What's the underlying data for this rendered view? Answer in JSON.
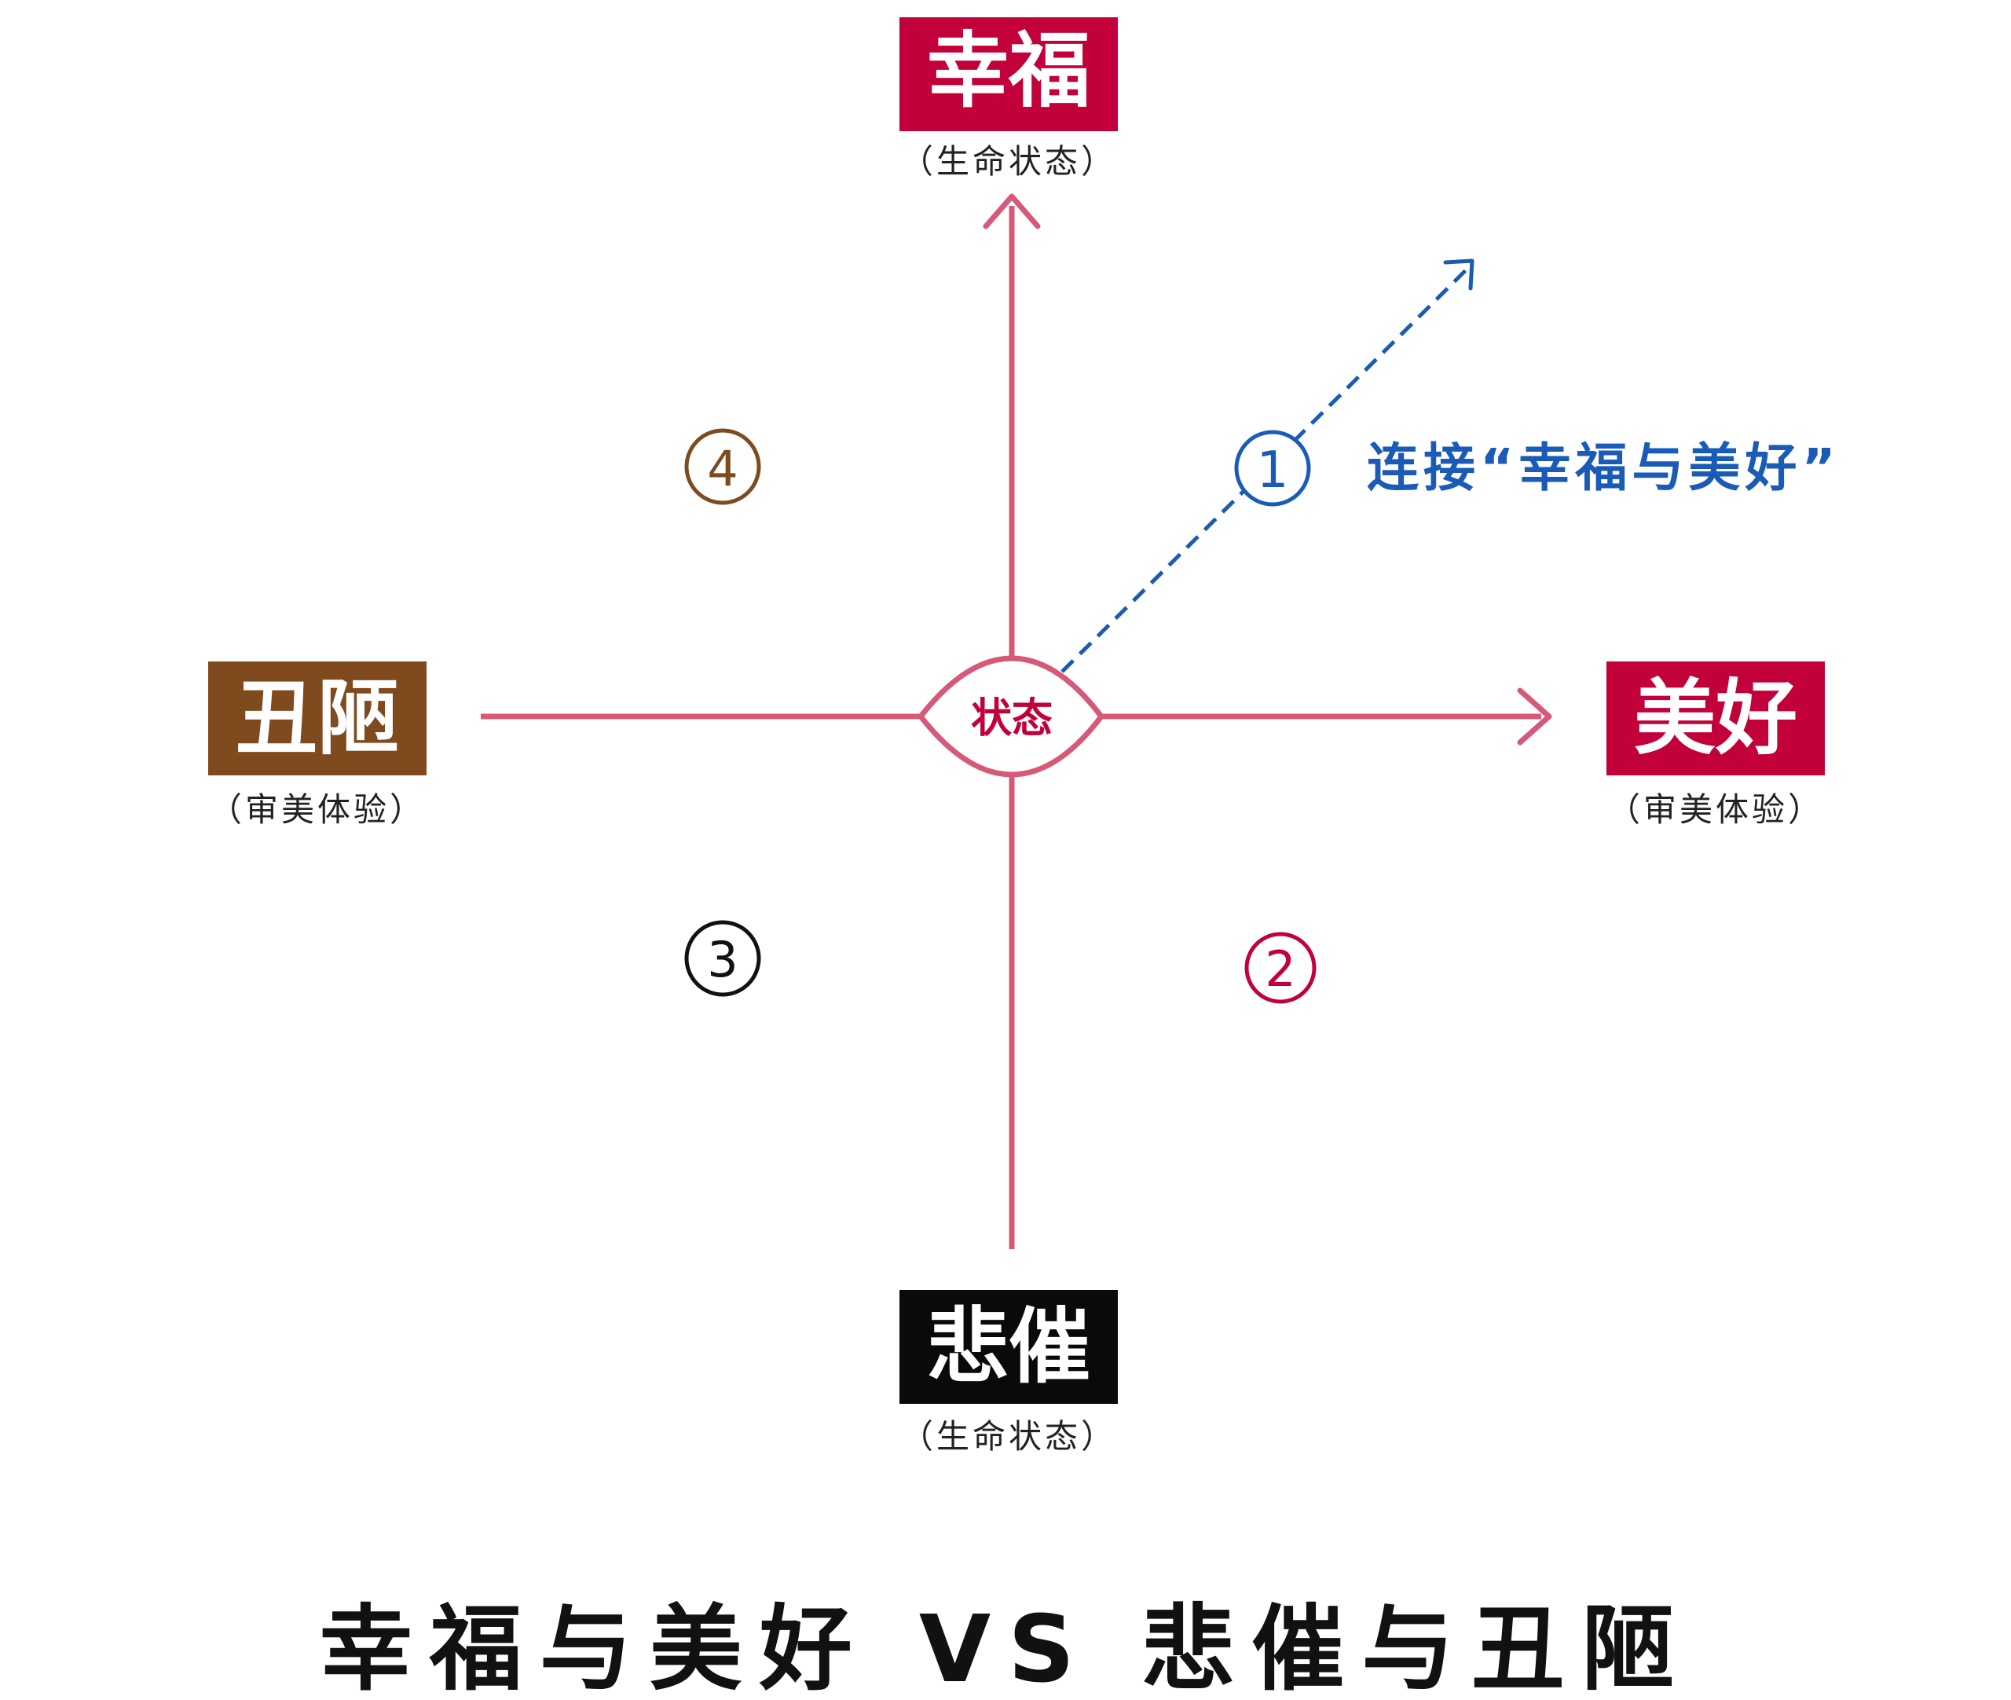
{
  "colors": {
    "axis": "#d65a78",
    "happiness": "#c2003a",
    "beauty": "#c2003a",
    "ugliness": "#7f4a1e",
    "tragedy": "#0a0a0a",
    "link": "#1a5bb8",
    "q1": "#1a5bb8",
    "q2": "#c2003a",
    "q3": "#111111",
    "q4": "#7f4a1e"
  },
  "nodes": {
    "top": {
      "label": "幸福",
      "sub": "（生命状态）"
    },
    "bottom": {
      "label": "悲催",
      "sub": "（生命状态）"
    },
    "left": {
      "label": "丑陋",
      "sub": "（审美体验）"
    },
    "right": {
      "label": "美好",
      "sub": "（审美体验）"
    }
  },
  "center": {
    "label": "状态"
  },
  "quadrants": {
    "q1": "1",
    "q2": "2",
    "q3": "3",
    "q4": "4"
  },
  "link_label": "连接“幸福与美好”",
  "title": "幸福与美好 VS 悲催与丑陋"
}
